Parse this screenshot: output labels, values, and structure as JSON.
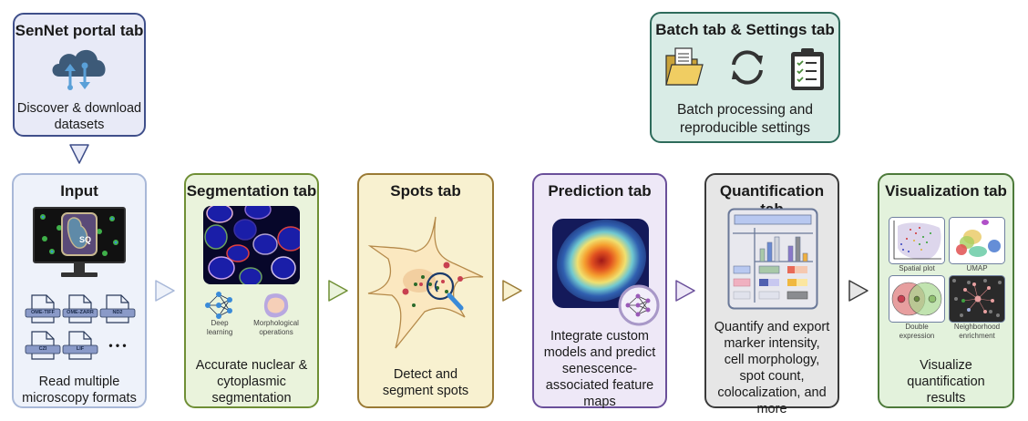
{
  "senet": {
    "title": "SenNet portal tab",
    "desc_line1": "Discover & download",
    "desc_line2": "datasets",
    "icon": "cloud-upload-download-icon"
  },
  "batch": {
    "title": "Batch tab & Settings tab",
    "desc_line1": "Batch processing and",
    "desc_line2": "reproducible settings",
    "icons": [
      "folder-icon",
      "refresh-icon",
      "clipboard-checklist-icon"
    ]
  },
  "input": {
    "title": "Input",
    "monitor_label": "SQ",
    "formats": [
      "OME-TIFF",
      "OME-ZARR",
      "ND2",
      "CZI",
      "LIF"
    ],
    "more": "• • •",
    "desc_line1": "Read multiple",
    "desc_line2": "microscopy formats"
  },
  "segmentation": {
    "title": "Segmentation tab",
    "method1_line1": "Deep",
    "method1_line2": "learning",
    "method2_line1": "Morphological",
    "method2_line2": "operations",
    "desc_line1": "Accurate nuclear &",
    "desc_line2": "cytoplasmic",
    "desc_line3": "segmentation"
  },
  "spots": {
    "title": "Spots tab",
    "desc_line1": "Detect and",
    "desc_line2": "segment spots"
  },
  "prediction": {
    "title": "Prediction tab",
    "desc_line1": "Integrate custom",
    "desc_line2": "models and predict",
    "desc_line3": "senescence-",
    "desc_line4": "associated feature",
    "desc_line5": "maps"
  },
  "quantification": {
    "title": "Quantification tab",
    "desc_line1": "Quantify and export",
    "desc_line2": "marker intensity,",
    "desc_line3": "cell morphology,",
    "desc_line4": "spot count,",
    "desc_line5": "colocalization, and",
    "desc_line6": "more"
  },
  "visualization": {
    "title": "Visualization tab",
    "panels": [
      {
        "label_line1": "Spatial plot",
        "label_line2": ""
      },
      {
        "label_line1": "UMAP",
        "label_line2": ""
      },
      {
        "label_line1": "Double",
        "label_line2": "expression"
      },
      {
        "label_line1": "Neighborhood",
        "label_line2": "enrichment"
      }
    ],
    "desc_line1": "Visualize",
    "desc_line2": "quantification",
    "desc_line3": "results"
  },
  "colors": {
    "senet_border": "#3f4f8a",
    "batch_border": "#2e6b5b",
    "input_border": "#a8b8d8",
    "segmentation_border": "#6f8f35",
    "spots_border": "#9a7a35",
    "prediction_border": "#6a4f9a",
    "quantification_border": "#3a3a3a",
    "visualization_border": "#4d7a3a"
  }
}
